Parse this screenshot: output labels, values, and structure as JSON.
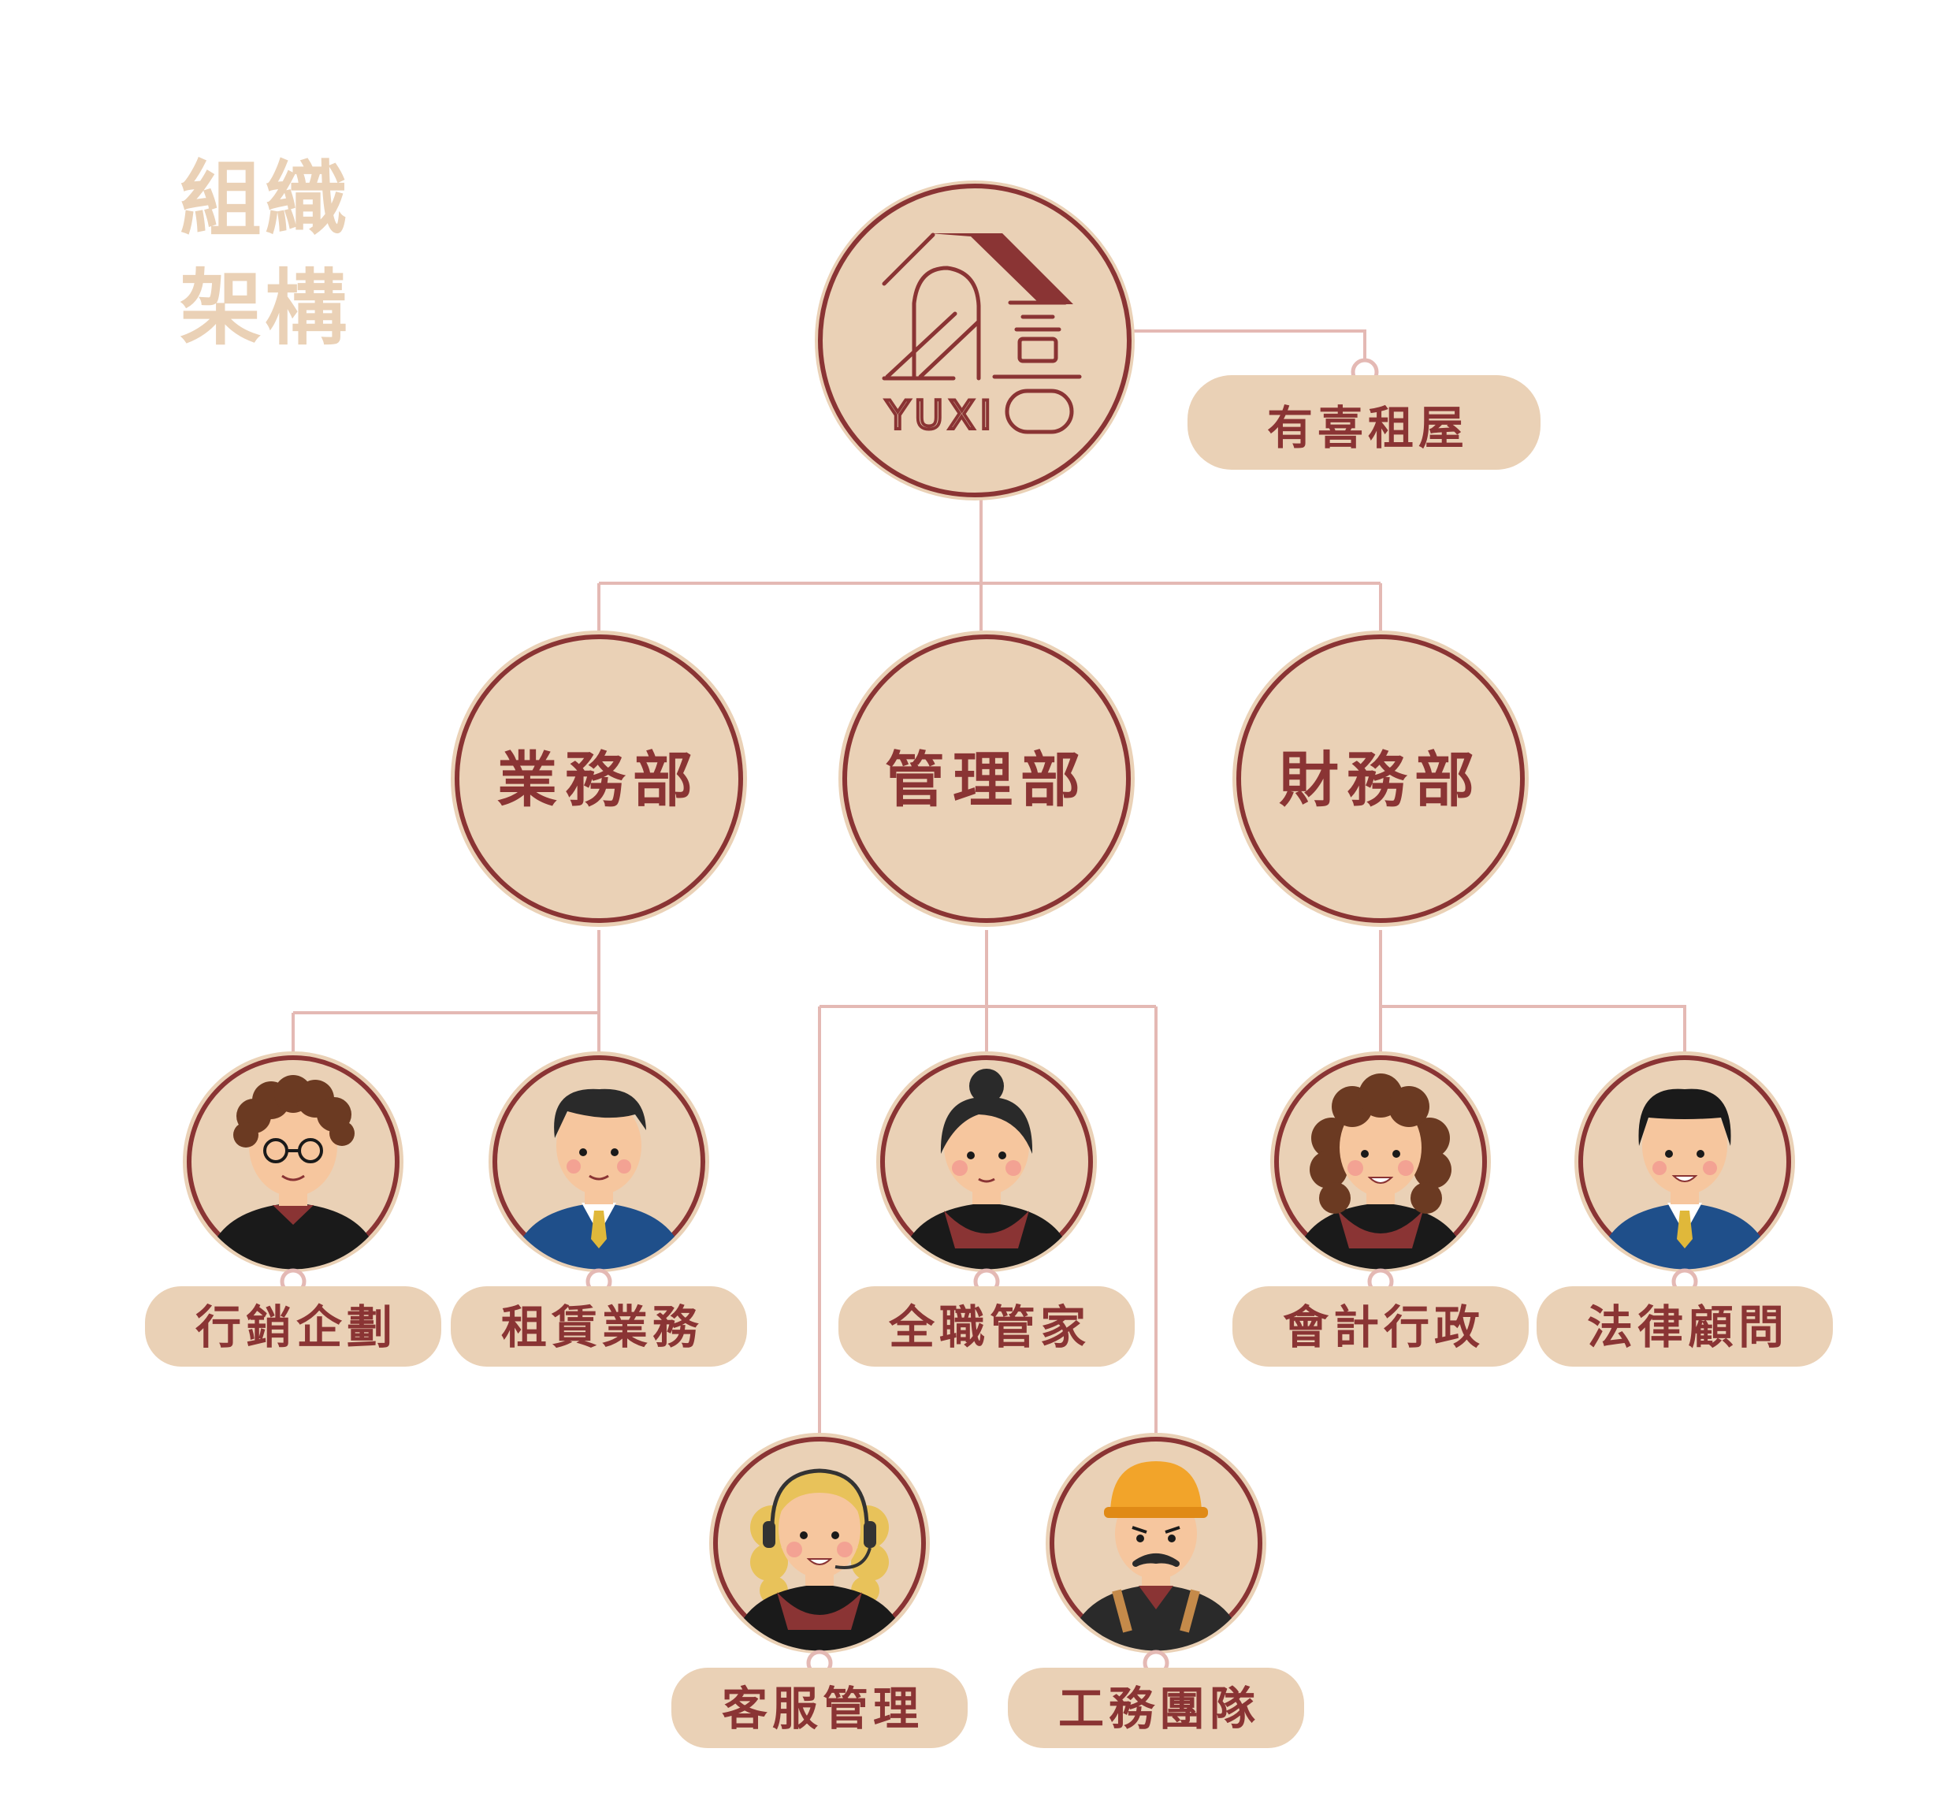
{
  "title": {
    "line1": "組織",
    "line2": "架構"
  },
  "colors": {
    "beige": "#ead1b6",
    "maroon": "#8a3434",
    "connector": "#e4b9b4",
    "skin": "#f6c69e"
  },
  "root": {
    "logo_text": "YUXI",
    "label": "有喜租屋"
  },
  "departments": [
    {
      "name": "業務部",
      "roles": [
        {
          "label": "行銷企劃",
          "icon": "curly-hair-glasses-person-icon"
        },
        {
          "label": "租賃業務",
          "icon": "businessman-tie-icon"
        }
      ]
    },
    {
      "name": "管理部",
      "roles": [
        {
          "label": "全職管家",
          "icon": "woman-bun-hair-icon"
        },
        {
          "label": "客服管理",
          "icon": "headset-operator-icon"
        },
        {
          "label": "工務團隊",
          "icon": "hardhat-worker-icon"
        }
      ]
    },
    {
      "name": "財務部",
      "roles": [
        {
          "label": "會計行政",
          "icon": "curly-hair-woman-icon"
        },
        {
          "label": "法律顧問",
          "icon": "lawyer-suit-icon"
        }
      ]
    }
  ]
}
